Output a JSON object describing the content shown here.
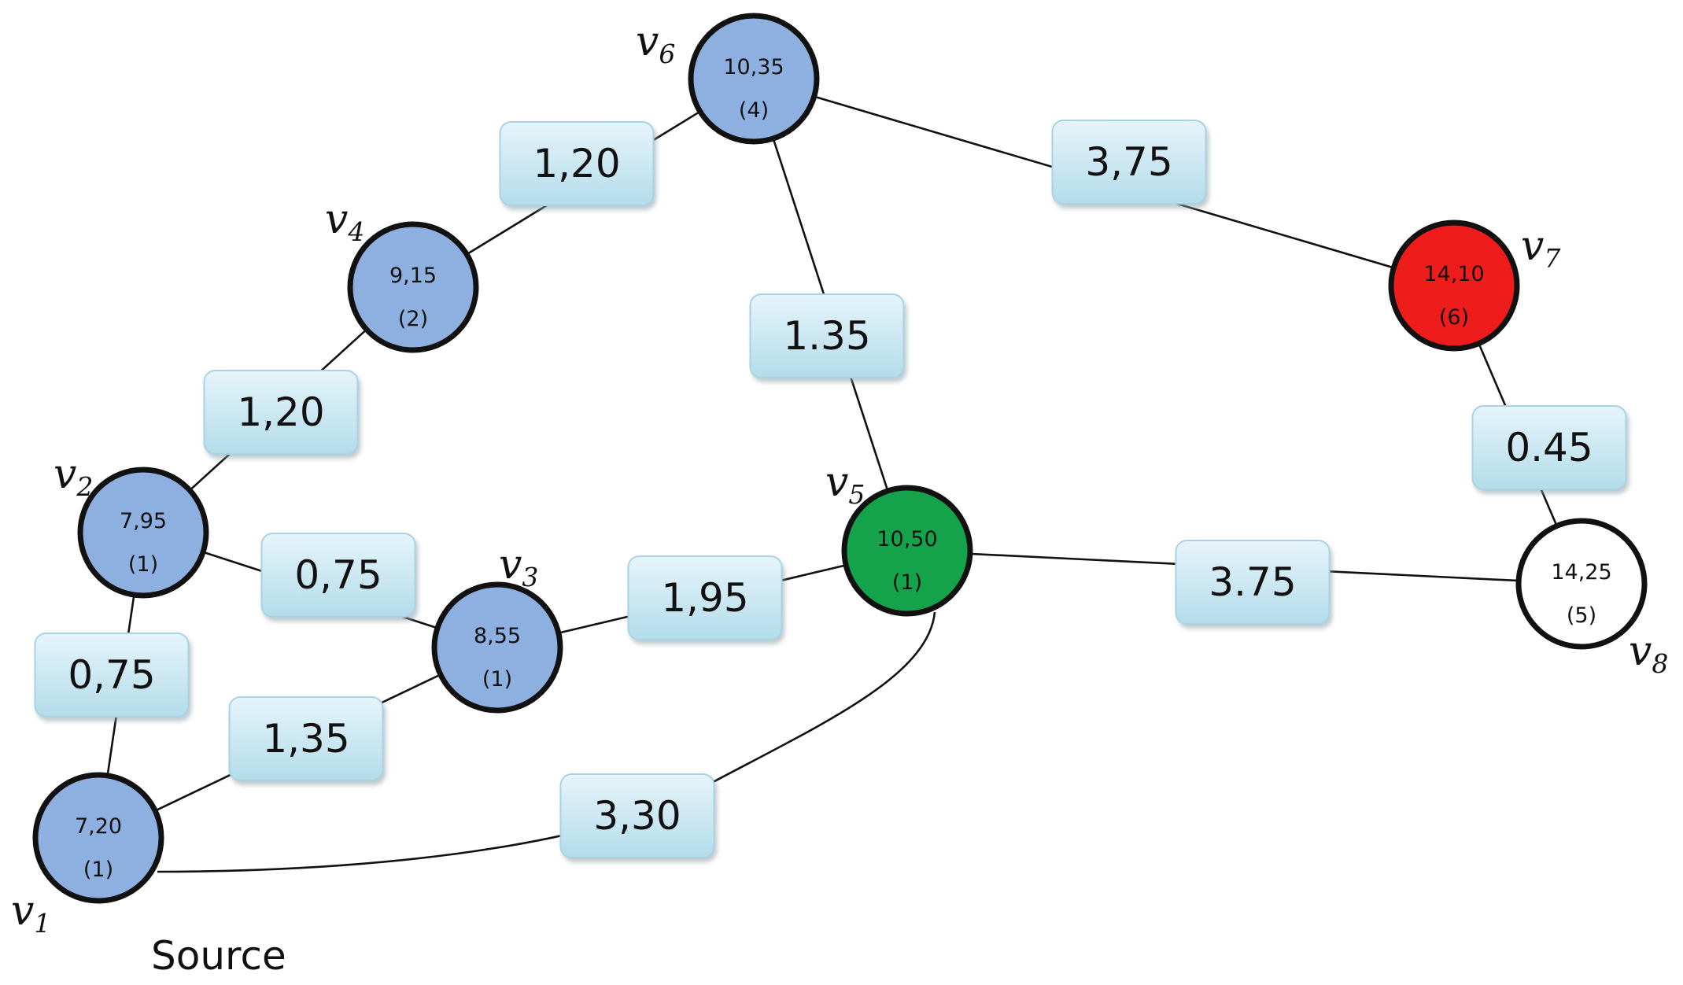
{
  "colors": {
    "visited": "#8eb0e0",
    "current": "#14a24a",
    "target": "#ef1c1c",
    "unvisited": "#ffffff",
    "weight_box_top": "#e6f4fa",
    "weight_box_bottom": "#b3dcea"
  },
  "nodes": [
    {
      "id": "v1",
      "label": "v",
      "sub": "1",
      "value": "7,20",
      "order": "(1)",
      "state": "visited"
    },
    {
      "id": "v2",
      "label": "v",
      "sub": "2",
      "value": "7,95",
      "order": "(1)",
      "state": "visited"
    },
    {
      "id": "v3",
      "label": "v",
      "sub": "3",
      "value": "8,55",
      "order": "(1)",
      "state": "visited"
    },
    {
      "id": "v4",
      "label": "v",
      "sub": "4",
      "value": "9,15",
      "order": "(2)",
      "state": "visited"
    },
    {
      "id": "v5",
      "label": "v",
      "sub": "5",
      "value": "10,50",
      "order": "(1)",
      "state": "current"
    },
    {
      "id": "v6",
      "label": "v",
      "sub": "6",
      "value": "10,35",
      "order": "(4)",
      "state": "visited"
    },
    {
      "id": "v7",
      "label": "v",
      "sub": "7",
      "value": "14,10",
      "order": "(6)",
      "state": "target"
    },
    {
      "id": "v8",
      "label": "v",
      "sub": "8",
      "value": "14,25",
      "order": "(5)",
      "state": "unvisited"
    }
  ],
  "edges": [
    {
      "from": "v1",
      "to": "v2",
      "weight": "0,75"
    },
    {
      "from": "v1",
      "to": "v3",
      "weight": "1,35"
    },
    {
      "from": "v1",
      "to": "v5",
      "weight": "3,30"
    },
    {
      "from": "v2",
      "to": "v3",
      "weight": "0,75"
    },
    {
      "from": "v2",
      "to": "v4",
      "weight": "1,20"
    },
    {
      "from": "v3",
      "to": "v5",
      "weight": "1,95"
    },
    {
      "from": "v4",
      "to": "v6",
      "weight": "1,20"
    },
    {
      "from": "v6",
      "to": "v5",
      "weight": "1.35"
    },
    {
      "from": "v6",
      "to": "v7",
      "weight": "3,75"
    },
    {
      "from": "v5",
      "to": "v8",
      "weight": "3.75"
    },
    {
      "from": "v7",
      "to": "v8",
      "weight": "0.45"
    }
  ],
  "source_label": "Source"
}
